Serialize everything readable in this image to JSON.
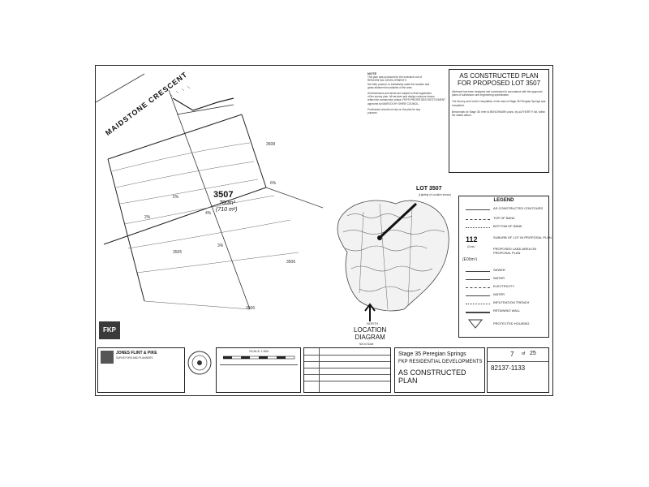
{
  "plan": {
    "street": "MAIDSTONE CRESCENT",
    "lot_number": "3507",
    "lot_area_1": "700m²",
    "lot_area_2": "(710 m²)",
    "adjacent_lots": [
      "3508",
      "3506",
      "3505",
      "3506"
    ],
    "contour_labels": [
      "6%",
      "5%",
      "4%",
      "3%",
      "2%"
    ]
  },
  "notes": {
    "heading": "NOTE",
    "lines": [
      "This plan was produced for the exclusive use of",
      "RESIDENTIAL DEVELOPMENTS",
      "the finite product, to indicatively scale the location and",
      "grass allotment boundaries of the area.",
      "All dimensions and areas are subject to final registration",
      "of the survey plan. All services and design contours shown",
      "reflect the construction phase. PEFR PRIORITIZED ENTITLEMENT",
      "approved by MAROOCHY SHIRE COUNCIL.",
      "Purchasers should not rely on the plan for any",
      "purpose."
    ]
  },
  "title_box": {
    "title": "AS CONSTRUCTED PLAN\nFOR PROPOSED LOT 3507",
    "paragraphs": [
      "Allotment has been designed and constructed in accordance with the approved plans of subdivision and engineering specification.",
      "The Survey and Levels Compilation of the area of Stage 35 Peregian Springs was completed.",
      "Benchmark for Stage 35: refer to BENCHMARK plans, by AUTHORITY list, within the stated datum."
    ]
  },
  "location": {
    "lot_label": "LOT 3507",
    "lot_sub": "(Lighting of Location shown)",
    "north": "NORTH",
    "title": "LOCATION\nDIAGRAM",
    "scale_note": "Not to Scale"
  },
  "legend": {
    "heading": "LEGEND",
    "items": [
      "AS CONSTRUCTED CONTOURS",
      "TOP OF BANK",
      "BOTTOM OF BANK",
      "SUBURB OF LOT IN PROPOSAL PLAN",
      "PROPOSED LAND AREA ON PROPOSAL PLAN",
      "SEWER",
      "WATER",
      "ELECTRICITY",
      "WATER",
      "INFILTRATION TRENCH",
      "RETAINING WALL",
      "PROTECTED HOUSING"
    ],
    "lot_example": "112",
    "lot_example_sub": "(Zone)",
    "area_example": "(E00m²)"
  },
  "company": {
    "name": "JONES FLINT & PIKE",
    "tagline": "SURVEYORS AND PLANNERS",
    "fkp": "FKP"
  },
  "scale": {
    "label": "SCALE 1:500"
  },
  "project": {
    "line1": "Stage 35 Peregian Springs",
    "line2": "FKP RESIDENTIAL DEVELOPMENTS",
    "line3": "AS CONSTRUCTED PLAN",
    "sheet": "7",
    "of": "25",
    "drawing_no": "82137-1133"
  }
}
